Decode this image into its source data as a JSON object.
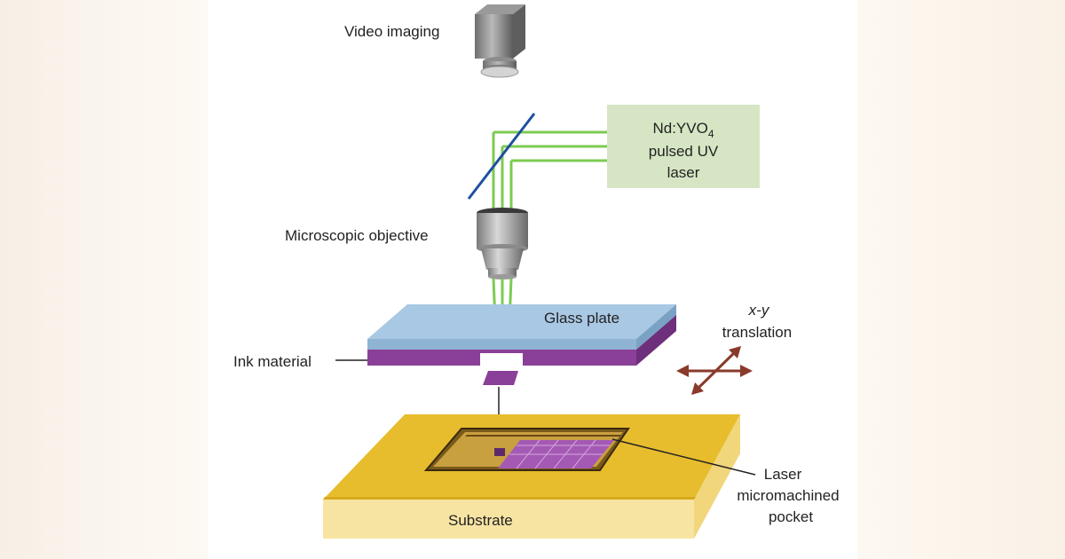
{
  "labels": {
    "video_imaging": "Video imaging",
    "laser_line1": "Nd:YVO",
    "laser_subscript": "4",
    "laser_line2": "pulsed UV",
    "laser_line3": "laser",
    "objective": "Microscopic objective",
    "glass_plate": "Glass plate",
    "translation_axes": "x-y",
    "translation_word": "translation",
    "ink_material": "Ink material",
    "pocket_line1": "Laser",
    "pocket_line2": "micromachined",
    "pocket_line3": "pocket",
    "substrate": "Substrate"
  },
  "colors": {
    "laser_beam": "#7ccb52",
    "laser_box": "#d6e6c4",
    "mirror": "#1f4fa0",
    "glass": "#a9c8e4",
    "ink": "#8a3f98",
    "substrate_top": "#e7bd2d",
    "substrate_side": "#f7e4a3",
    "arrow": "#8a3a2a"
  }
}
